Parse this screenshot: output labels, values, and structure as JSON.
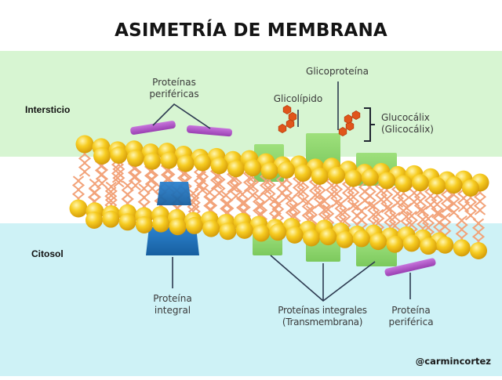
{
  "title": "ASIMETRÍA DE MEMBRANA",
  "zones": {
    "intersticio": "Intersticio",
    "citosol": "Citosol"
  },
  "labels": {
    "proteinas_perifericas": [
      "Proteínas",
      "periféricas"
    ],
    "glicoproteina": "Glicoproteína",
    "glicolipido": "Glicolípido",
    "glucocalix": [
      "Glucocálix",
      "(Glicocálix)"
    ],
    "proteina_integral": [
      "Proteína",
      "integral"
    ],
    "proteinas_integrales": [
      "Proteínas integrales",
      "(Transmembrana)"
    ],
    "proteina_periferica": [
      "Proteína",
      "periférica"
    ]
  },
  "credit": "@carmincortez",
  "colors": {
    "extracellular_band": "#d7f5d2",
    "cytosol_band": "#cef2f6",
    "phospholipid_head": "#f5c515",
    "lipid_tail": "#f2a37a",
    "peripheral_protein": "#b252c9",
    "integral_protein_blue": "#1f72bd",
    "integral_protein_green": "#8fd86e",
    "glycan": "#e0551b",
    "leader_line": "#2d3a50"
  }
}
